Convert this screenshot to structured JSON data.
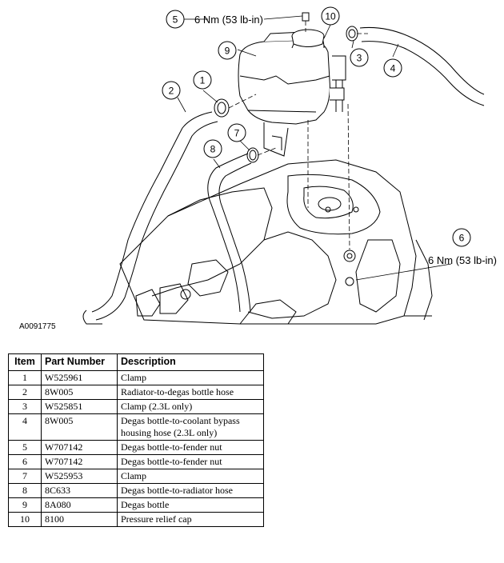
{
  "figure_id": "A0091775",
  "torque_labels": {
    "item5": "6 Nm (53 lb-in)",
    "item6": "6 Nm (53 lb-in)"
  },
  "callouts": [
    "1",
    "2",
    "3",
    "4",
    "5",
    "6",
    "7",
    "8",
    "9",
    "10"
  ],
  "table": {
    "headers": {
      "item": "Item",
      "part_number": "Part Number",
      "description": "Description"
    },
    "rows": [
      {
        "item": "1",
        "part_number": "W525961",
        "description": "Clamp"
      },
      {
        "item": "2",
        "part_number": "8W005",
        "description": "Radiator-to-degas bottle hose"
      },
      {
        "item": "3",
        "part_number": "W525851",
        "description": "Clamp (2.3L only)"
      },
      {
        "item": "4",
        "part_number": "8W005",
        "description": "Degas bottle-to-coolant bypass housing hose (2.3L only)"
      },
      {
        "item": "5",
        "part_number": "W707142",
        "description": "Degas bottle-to-fender nut"
      },
      {
        "item": "6",
        "part_number": "W707142",
        "description": "Degas bottle-to-fender nut"
      },
      {
        "item": "7",
        "part_number": "W525953",
        "description": "Clamp"
      },
      {
        "item": "8",
        "part_number": "8C633",
        "description": "Degas bottle-to-radiator hose"
      },
      {
        "item": "9",
        "part_number": "8A080",
        "description": "Degas bottle"
      },
      {
        "item": "10",
        "part_number": "8100",
        "description": "Pressure relief cap"
      }
    ]
  }
}
